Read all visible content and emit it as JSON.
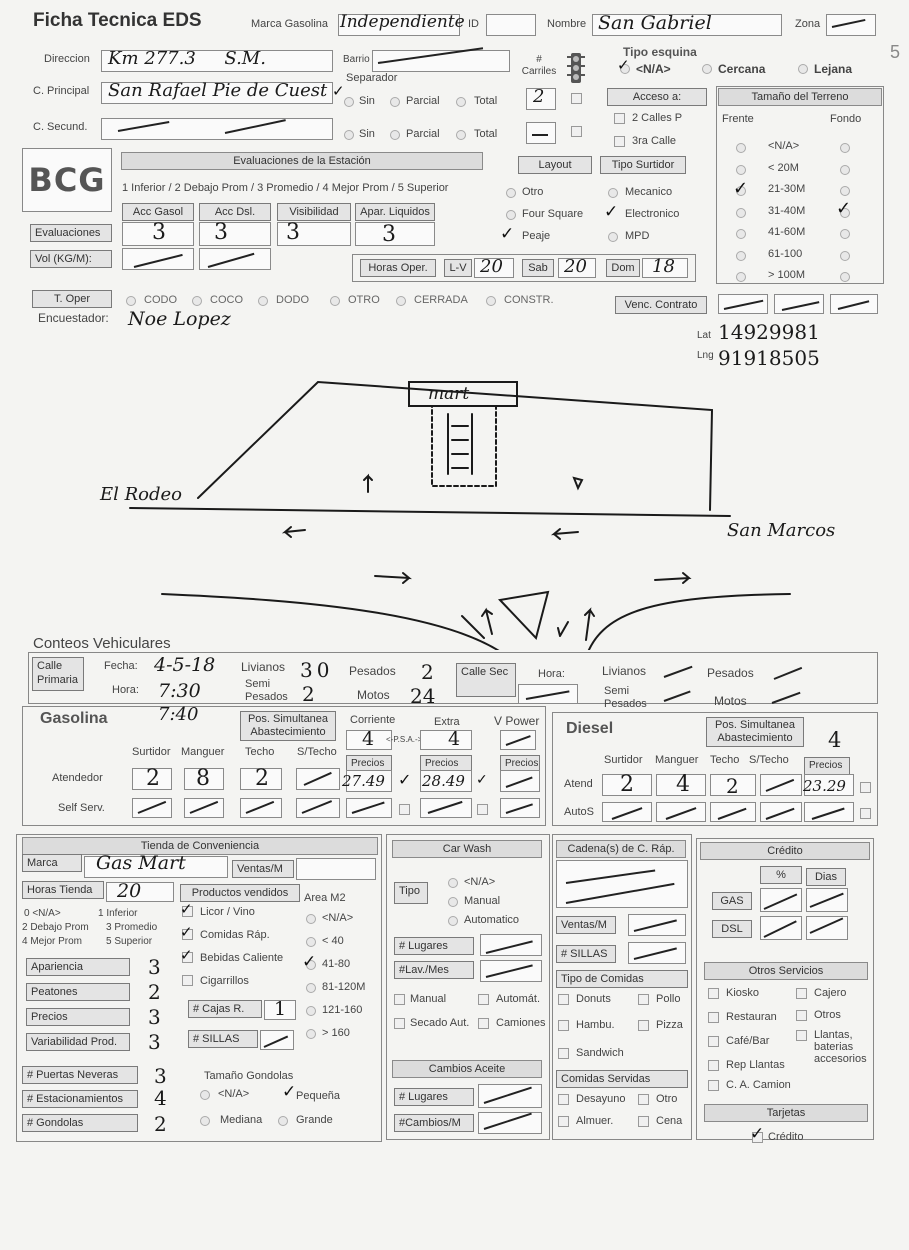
{
  "header": {
    "title": "Ficha Tecnica EDS",
    "marca_label": "Marca Gasolina",
    "marca_value": "Independiente",
    "id_label": "ID",
    "nombre_label": "Nombre",
    "nombre_value": "San Gabriel",
    "zona_label": "Zona"
  },
  "ubicacion": {
    "direccion_label": "Direccion",
    "direccion_value": "Km 277.3     S.M.",
    "barrio_label": "Barrio",
    "carriles_label": "# Carriles",
    "carriles_value": "2",
    "separador_label": "Separador",
    "sin": "Sin",
    "parcial": "Parcial",
    "total": "Total",
    "c_principal_label": "C. Principal",
    "c_principal_value": "San Rafael Pie de Cuest",
    "c_secund_label": "C. Secund.",
    "tipo_esquina_label": "Tipo esquina",
    "esquina_na": "<N/A>",
    "esquina_cercana": "Cercana",
    "esquina_lejana": "Lejana",
    "acceso_label": "Acceso a:",
    "calles_p": "2 Calles P",
    "tercera_calle": "3ra Calle",
    "side_mark": "5"
  },
  "terreno": {
    "title": "Tamaño del Terreno",
    "frente": "Frente",
    "fondo": "Fondo",
    "options": [
      "<N/A>",
      "< 20M",
      "21-30M",
      "31-40M",
      "41-60M",
      "61-100",
      "> 100M"
    ]
  },
  "evaluaciones": {
    "logo": "BCG",
    "title": "Evaluaciones de la Estación",
    "scale": "1 Inferior / 2 Debajo Prom / 3 Promedio / 4 Mejor Prom / 5 Superior",
    "cols": [
      "Acc Gasol",
      "Acc Dsl.",
      "Visibilidad",
      "Apar. Liquidos"
    ],
    "row_eval_label": "Evaluaciones",
    "values": [
      "3",
      "3",
      "3",
      "3"
    ],
    "row_vol_label": "Vol (KG/M):"
  },
  "layout": {
    "title": "Layout",
    "options": [
      "Otro",
      "Four Square",
      "Peaje"
    ]
  },
  "surtidor": {
    "title": "Tipo Surtidor",
    "options": [
      "Mecanico",
      "Electronico",
      "MPD"
    ]
  },
  "horas": {
    "label": "Horas Oper.",
    "lv_label": "L-V",
    "lv_value": "20",
    "sab_label": "Sab",
    "sab_value": "20",
    "dom_label": "Dom",
    "dom_value": "18"
  },
  "operacion": {
    "label": "T. Oper",
    "options": [
      "CODO",
      "COCO",
      "DODO",
      "OTRO",
      "CERRADA",
      "CONSTR."
    ],
    "encuestador_label": "Encuestador:",
    "encuestador_value": "Noe Lopez",
    "venc_label": "Venc. Contrato",
    "lat_label": "Lat",
    "lat_value": "14929981",
    "lng_label": "Lng",
    "lng_value": "91918505"
  },
  "sketch": {
    "mart": "mart",
    "west": "El Rodeo",
    "east": "San Marcos"
  },
  "conteos": {
    "title": "Conteos Vehiculares",
    "calle_primaria": "Calle Primaria",
    "fecha_label": "Fecha:",
    "fecha_value": "4-5-18",
    "hora_label": "Hora:",
    "hora_value": "7:30",
    "livianos_label": "Livianos",
    "livianos_value": "30",
    "pesados_label": "Pesados",
    "pesados_value": "2",
    "semi_label": "Semi Pesados",
    "semi_value": "2",
    "motos_label": "Motos",
    "motos_value": "24",
    "calle_sec": "Calle Sec",
    "hora2_label": "Hora:",
    "extra_time": "7:40"
  },
  "gasolina": {
    "title": "Gasolina",
    "pos_label": "Pos. Simultanea Abastecimiento",
    "corriente": "Corriente",
    "extra": "Extra",
    "vpower": "V Power",
    "psa": "<-P.S.A.->",
    "corriente_value": "4",
    "extra_value": "4",
    "cols": [
      "Surtidor",
      "Manguer",
      "Techo",
      "S/Techo"
    ],
    "precios": "Precios",
    "atendedor_label": "Atendedor",
    "atendedor_values": [
      "2",
      "8",
      "2"
    ],
    "precio_corriente": "27.49",
    "precio_extra": "28.49",
    "self_label": "Self Serv."
  },
  "diesel": {
    "title": "Diesel",
    "pos_label": "Pos. Simultanea Abastecimiento",
    "pos_value": "4",
    "cols": [
      "Surtidor",
      "Manguer",
      "Techo",
      "S/Techo"
    ],
    "precios": "Precios",
    "atend_label": "Atend",
    "atend_values": [
      "2",
      "4",
      "2"
    ],
    "precio": "23.29",
    "autos_label": "AutoS"
  },
  "tienda": {
    "title": "Tienda de Conveniencia",
    "marca_label": "Marca",
    "marca_value": "Gas Mart",
    "ventas_label": "Ventas/M",
    "horas_label": "Horas Tienda",
    "horas_value": "20",
    "productos_label": "Productos vendidos",
    "area_label": "Area M2",
    "legend": [
      "0 <N/A>",
      "1 Inferior",
      "2 Debajo Prom",
      "3 Promedio",
      "4 Mejor Prom",
      "5 Superior"
    ],
    "productos": [
      "Licor / Vino",
      "Comidas Ráp.",
      "Bebidas Caliente",
      "Cigarrillos"
    ],
    "areas": [
      "<N/A>",
      "< 40",
      "41-80",
      "81-120M",
      "121-160",
      "> 160"
    ],
    "ratings": [
      {
        "label": "Apariencia",
        "value": "3"
      },
      {
        "label": "Peatones",
        "value": "2"
      },
      {
        "label": "Precios",
        "value": "3"
      },
      {
        "label": "Variabilidad Prod.",
        "value": "3"
      }
    ],
    "cajas_label": "# Cajas R.",
    "cajas_value": "1",
    "sillas_label": "# SILLAS",
    "puertas_label": "# Puertas Neveras",
    "puertas_value": "3",
    "estac_label": "# Estacionamientos",
    "estac_value": "4",
    "gondolas_label": "# Gondolas",
    "gondolas_value": "2",
    "tam_gondolas": "Tamaño Gondolas",
    "g_na": "<N/A>",
    "g_pequena": "Pequeña",
    "g_mediana": "Mediana",
    "g_grande": "Grande"
  },
  "carwash": {
    "title": "Car Wash",
    "tipo_label": "Tipo",
    "tipos": [
      "<N/A>",
      "Manual",
      "Automatico"
    ],
    "lugares": "# Lugares",
    "lav": "#Lav./Mes",
    "opts": [
      "Manual",
      "Automát.",
      "Secado Aut.",
      "Camiones"
    ],
    "aceite_title": "Cambios Aceite",
    "aceite_lugares": "# Lugares",
    "aceite_cambios": "#Cambios/M"
  },
  "cadena": {
    "title": "Cadena(s) de C. Ráp.",
    "ventas": "Ventas/M",
    "sillas": "# SILLAS",
    "tipo_title": "Tipo de Comidas",
    "tipos": [
      "Donuts",
      "Pollo",
      "Hambu.",
      "Pizza",
      "Sandwich"
    ],
    "servidas_title": "Comidas Servidas",
    "servidas": [
      "Desayuno",
      "Otro",
      "Almuer.",
      "Cena"
    ]
  },
  "credito": {
    "title": "Crédito",
    "pct": "%",
    "dias": "Dias",
    "gas": "GAS",
    "dsl": "DSL",
    "otros_title": "Otros Servicios",
    "otros": [
      "Kiosko",
      "Cajero",
      "Restauran",
      "Otros",
      "Café/Bar",
      "Llantas, baterias accesorios",
      "Rep Llantas",
      "C. A. Camion"
    ],
    "tarjetas_title": "Tarjetas",
    "tarjeta_credito": "Crédito"
  }
}
